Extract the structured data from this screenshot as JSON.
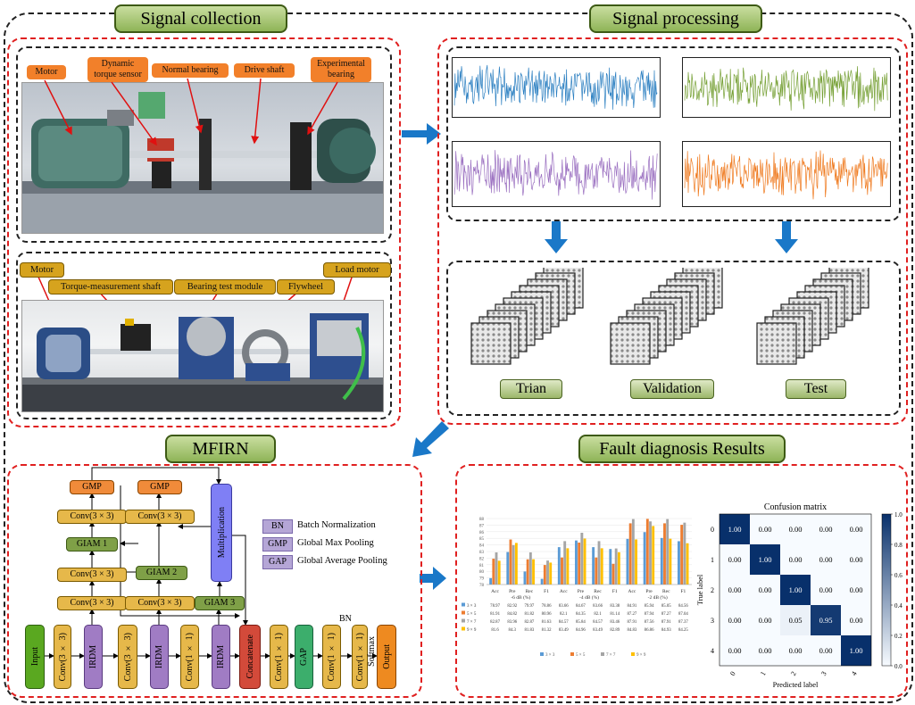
{
  "sections": {
    "signal_collection": "Signal collection",
    "signal_processing": "Signal processing",
    "mfirn": "MFIRN",
    "fault_results": "Fault diagnosis Results"
  },
  "rig1_labels": [
    "Motor",
    "Dynamic torque sensor",
    "Normal bearing",
    "Drive shaft",
    "Experimental bearing"
  ],
  "rig2_labels": [
    "Motor",
    "Torque-measurement shaft",
    "Bearing test module",
    "Flywheel",
    "Load motor"
  ],
  "signal_colors": [
    "#2b7fc1",
    "#76a035",
    "#9a6fc0",
    "#ef7a1f"
  ],
  "datasets": [
    "Trian",
    "Validation",
    "Test"
  ],
  "network": {
    "gmp": "GMP",
    "conv3": "Conv(3 × 3)",
    "conv1": "Conv(1 × 1)",
    "giam1": "GIAM 1",
    "giam2": "GIAM 2",
    "giam3": "GIAM 3",
    "multiplication": "Multiplication",
    "input": "Input",
    "irdm": "IRDM",
    "concatenate": "Concatenate",
    "gap": "GAP",
    "bn": "BN",
    "softmax": "Softmax",
    "output": "Output"
  },
  "legend": [
    {
      "abbr": "BN",
      "text": "Batch Normalization"
    },
    {
      "abbr": "GMP",
      "text": "Global Max Pooling"
    },
    {
      "abbr": "GAP",
      "text": "Global Average Pooling"
    }
  ],
  "chart_data": [
    {
      "type": "bar",
      "categories": [
        "Acc",
        "Pre",
        "Rec",
        "F1",
        "Acc",
        "Pre",
        "Rec",
        "F1",
        "Acc",
        "Pre",
        "Rec",
        "F1"
      ],
      "groups": [
        "-6 dB (%)",
        "-4 dB (%)",
        "-2 dB (%)"
      ],
      "ylim": [
        78,
        88
      ],
      "yticks": [
        78,
        79,
        80,
        81,
        82,
        83,
        84,
        85,
        86,
        87,
        88
      ],
      "series": [
        {
          "name": "3 × 3",
          "color": "#5b9bd5",
          "values": [
            78.97,
            82.92,
            79.97,
            78.86,
            83.66,
            84.67,
            83.66,
            83.38,
            84.91,
            85.94,
            85.05,
            84.56
          ]
        },
        {
          "name": "5 × 5",
          "color": "#ed7d31",
          "values": [
            81.91,
            84.82,
            81.82,
            80.96,
            82.1,
            84.35,
            82.1,
            81.14,
            87.27,
            87.94,
            87.27,
            87.04
          ]
        },
        {
          "name": "7 × 7",
          "color": "#a5a5a5",
          "values": [
            82.87,
            83.96,
            82.87,
            81.63,
            84.57,
            85.84,
            84.57,
            83.46,
            87.91,
            87.56,
            87.91,
            87.37
          ]
        },
        {
          "name": "9 × 9",
          "color": "#ffc000",
          "values": [
            81.6,
            84.3,
            81.83,
            81.32,
            83.49,
            84.96,
            83.49,
            82.89,
            84.83,
            86.86,
            84.93,
            84.25
          ]
        }
      ]
    },
    {
      "type": "heatmap",
      "title": "Confusion matrix",
      "xlabel": "Predicted label",
      "ylabel": "True label",
      "labels": [
        "0",
        "1",
        "2",
        "3",
        "4"
      ],
      "values": [
        [
          1.0,
          0.0,
          0.0,
          0.0,
          0.0
        ],
        [
          0.0,
          1.0,
          0.0,
          0.0,
          0.0
        ],
        [
          0.0,
          0.0,
          1.0,
          0.0,
          0.0
        ],
        [
          0.0,
          0.0,
          0.05,
          0.95,
          0.0
        ],
        [
          0.0,
          0.0,
          0.0,
          0.0,
          1.0
        ]
      ],
      "colorbar_ticks": [
        "0.0",
        "0.2",
        "0.4",
        "0.6",
        "0.8",
        "1.0"
      ]
    }
  ]
}
